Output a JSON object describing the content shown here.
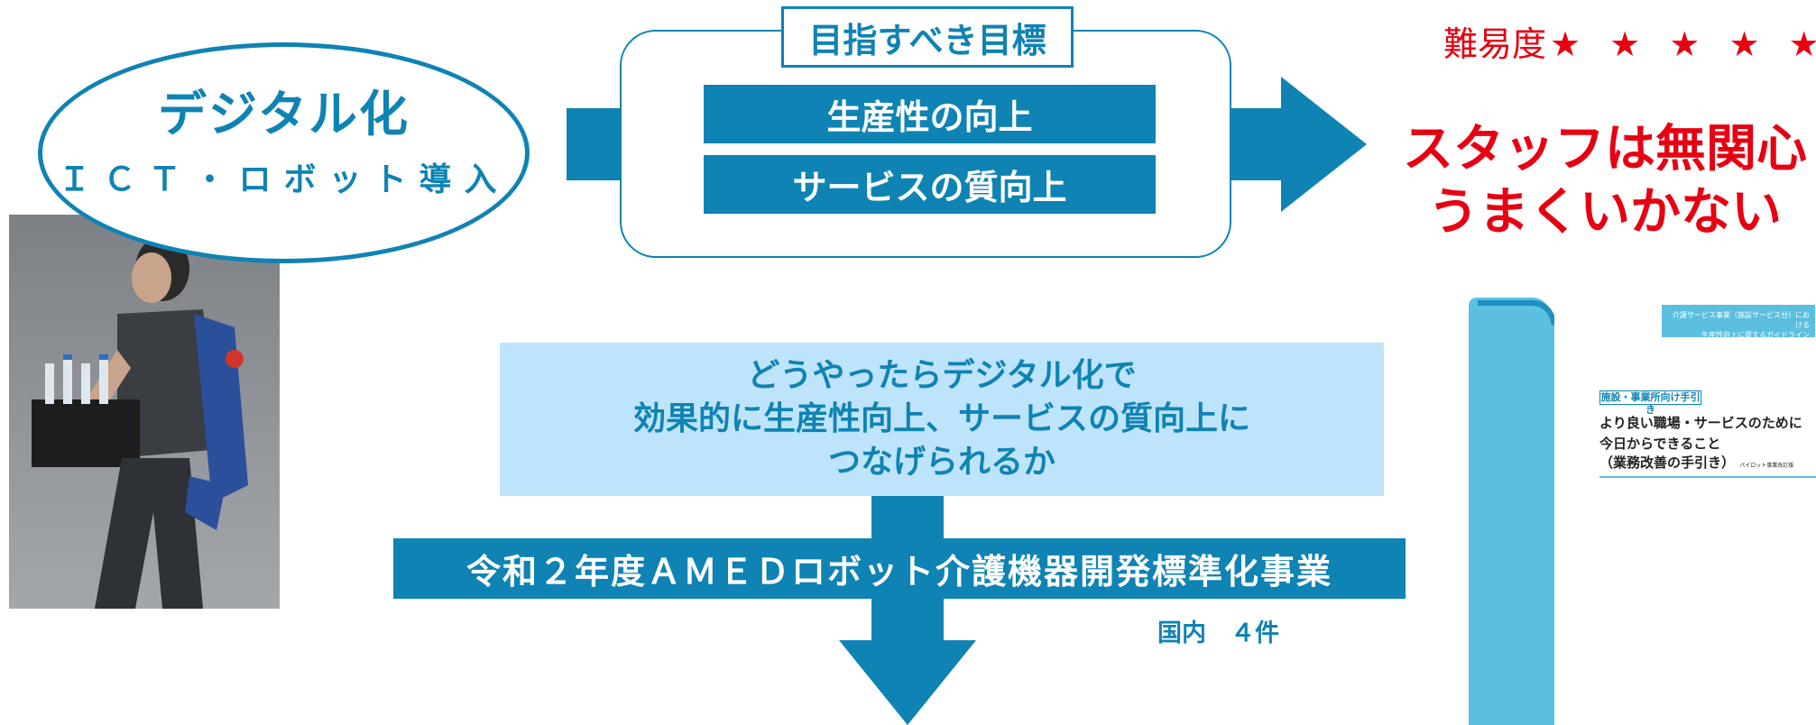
{
  "left_bubble": {
    "title": "デジタル化",
    "subtitle": "ＩＣＴ・ロボット導入"
  },
  "goal_box": {
    "label": "目指すべき目標",
    "items": [
      "生産性の向上",
      "サービスの質向上"
    ]
  },
  "difficulty": {
    "label": "難易度",
    "stars": "★ ★ ★ ★ ★"
  },
  "result": {
    "line1": "スタッフは無関心",
    "line2": "うまくいかない"
  },
  "question": {
    "line1": "どうやったらデジタル化で",
    "line2": "効果的に生産性向上、サービスの質向上に",
    "line3": "つなげられるか"
  },
  "project": {
    "title": "令和２年度ＡＭＥＤロボット介護機器開発標準化事業",
    "note": "国内　４件"
  },
  "guideline_cover": {
    "header_line1": "介護サービス事業（施設サービス分）における",
    "header_line2": "生産性向上に資するガイドライン",
    "tag": "施設・事業所向け手引き",
    "title_line1": "より良い職場・サービスのために",
    "title_line2": "今日からできること",
    "title_line3": "（業務改善の手引き）",
    "title_note": "パイロット事業改訂版"
  },
  "colors": {
    "primary_blue": "#0f83b3",
    "light_blue": "#bee4fb",
    "red": "#e60012",
    "cover_blue": "#5bbfe0"
  }
}
